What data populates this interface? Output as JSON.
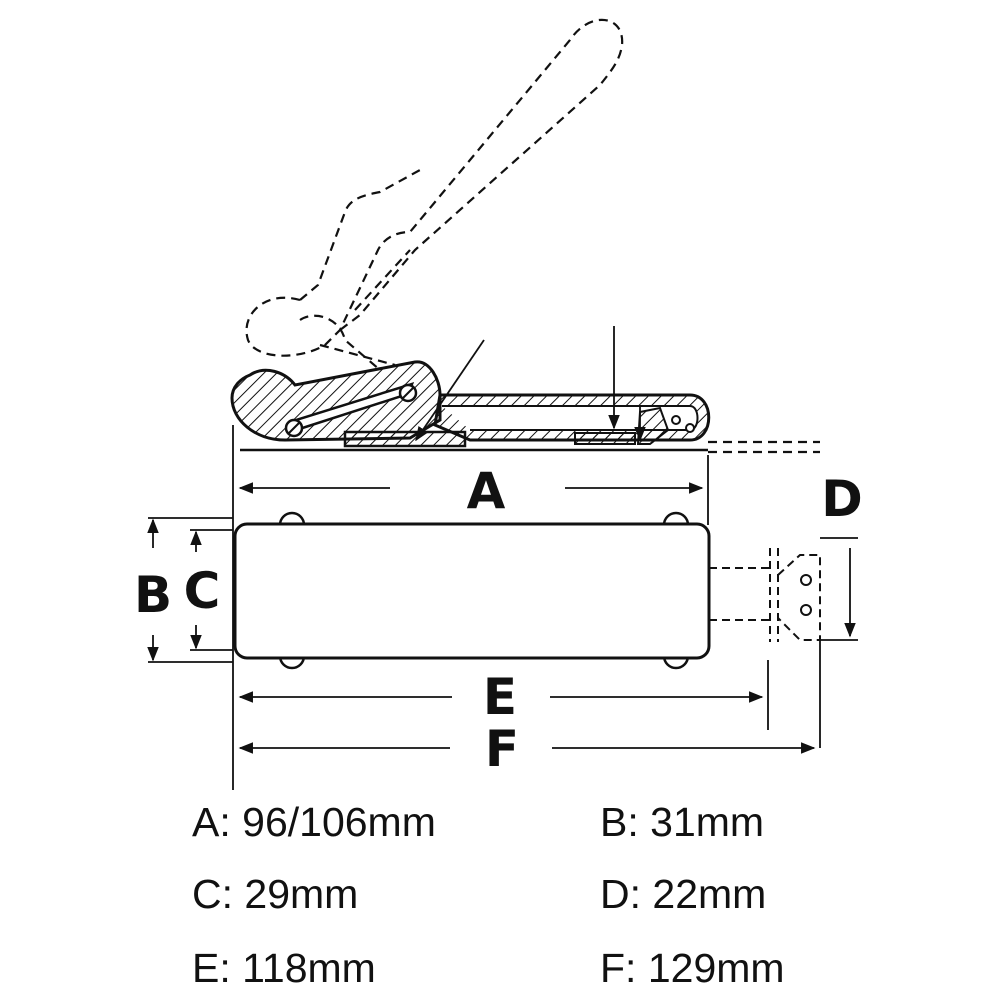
{
  "labels": {
    "a": "A",
    "b": "B",
    "c": "C",
    "d": "D",
    "e": "E",
    "f": "F"
  },
  "specs": [
    {
      "key": "A:",
      "value": "96/106mm"
    },
    {
      "key": "B:",
      "value": "31mm"
    },
    {
      "key": "C:",
      "value": "29mm"
    },
    {
      "key": "D:",
      "value": "22mm"
    },
    {
      "key": "E:",
      "value": "118mm"
    },
    {
      "key": "F:",
      "value": "129mm"
    }
  ],
  "colors": {
    "ink": "#111111",
    "background": "#ffffff"
  }
}
